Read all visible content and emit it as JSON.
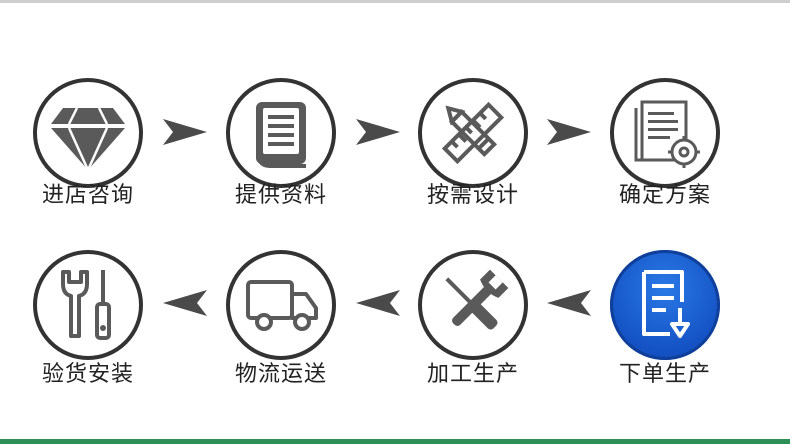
{
  "steps": [
    {
      "label": "进店咨询",
      "icon": "diamond-icon"
    },
    {
      "label": "提供资料",
      "icon": "document-book-icon"
    },
    {
      "label": "按需设计",
      "icon": "pencil-ruler-icon"
    },
    {
      "label": "确定方案",
      "icon": "document-gear-icon"
    },
    {
      "label": "下单生产",
      "icon": "document-download-icon",
      "active": true
    },
    {
      "label": "加工生产",
      "icon": "wrench-screwdriver-icon"
    },
    {
      "label": "物流运送",
      "icon": "truck-icon"
    },
    {
      "label": "验货安装",
      "icon": "wrench-screwdriver-tools-icon"
    }
  ],
  "colors": {
    "icon": "#5a5a5a",
    "outline": "#333333",
    "active_fill": "#1a5fd6",
    "arrow": "#4a4a4a",
    "accent_line": "#2d8f55"
  }
}
